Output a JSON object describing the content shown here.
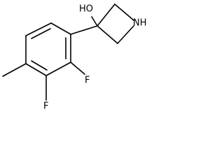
{
  "structure": {
    "atoms": [
      {
        "name": "hydroxyl",
        "label": "HO"
      },
      {
        "name": "amine",
        "label": "NH"
      },
      {
        "name": "fluoro-ortho",
        "label": "F"
      },
      {
        "name": "fluoro-meta",
        "label": "F"
      }
    ]
  }
}
